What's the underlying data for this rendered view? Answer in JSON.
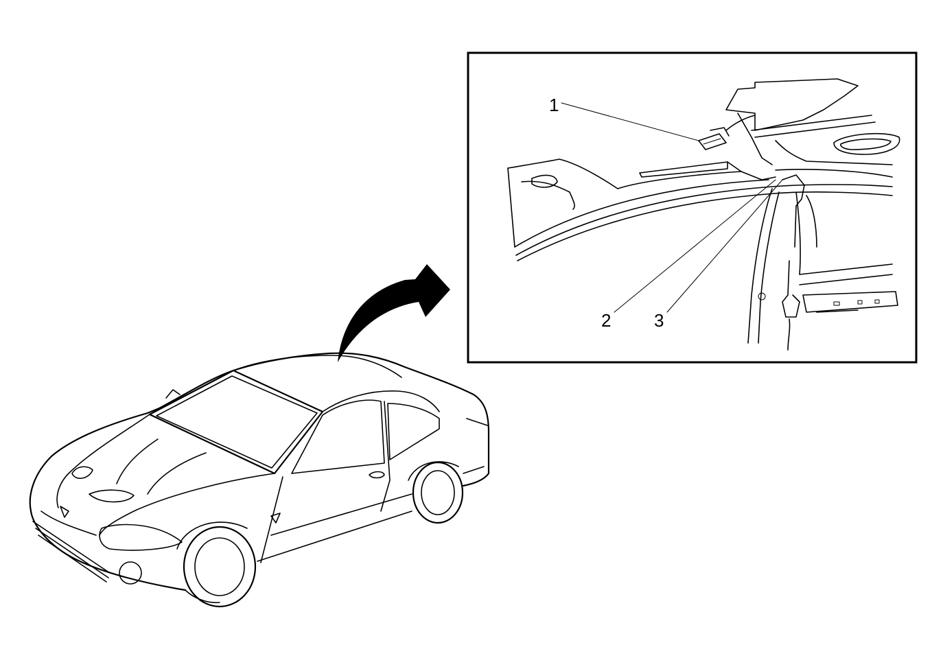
{
  "callouts": [
    {
      "id": "1",
      "label": "1"
    },
    {
      "id": "2",
      "label": "2"
    },
    {
      "id": "3",
      "label": "3"
    }
  ],
  "colors": {
    "line": "#000000",
    "background": "#ffffff"
  },
  "icons": {
    "arrow": "curved-arrow-icon"
  }
}
